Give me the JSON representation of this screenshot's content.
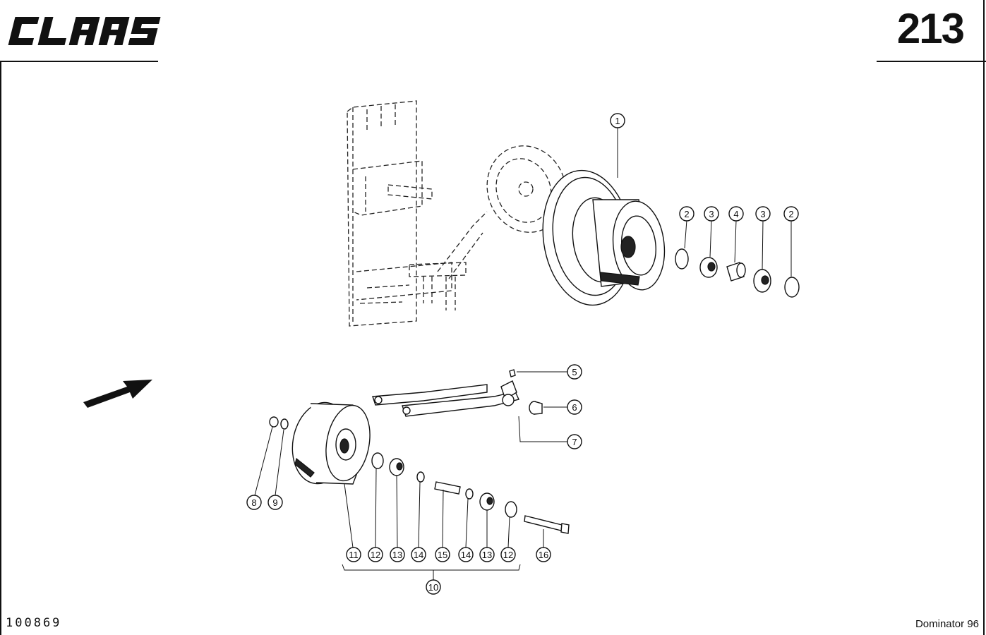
{
  "header": {
    "brand": "CLAAS",
    "page_number": "213"
  },
  "footer": {
    "drawing_code": "100869",
    "model": "Dominator 96"
  },
  "callouts": {
    "c1": "1",
    "c2a": "2",
    "c3a": "3",
    "c4": "4",
    "c3b": "3",
    "c2b": "2",
    "c5": "5",
    "c6": "6",
    "c7": "7",
    "c8": "8",
    "c9": "9",
    "c10": "10",
    "c11": "11",
    "c12a": "12",
    "c13a": "13",
    "c14a": "14",
    "c15": "15",
    "c14b": "14",
    "c13b": "13",
    "c12b": "12",
    "c16": "16"
  },
  "icons": {
    "direction_arrow": "direction-arrow-icon"
  }
}
